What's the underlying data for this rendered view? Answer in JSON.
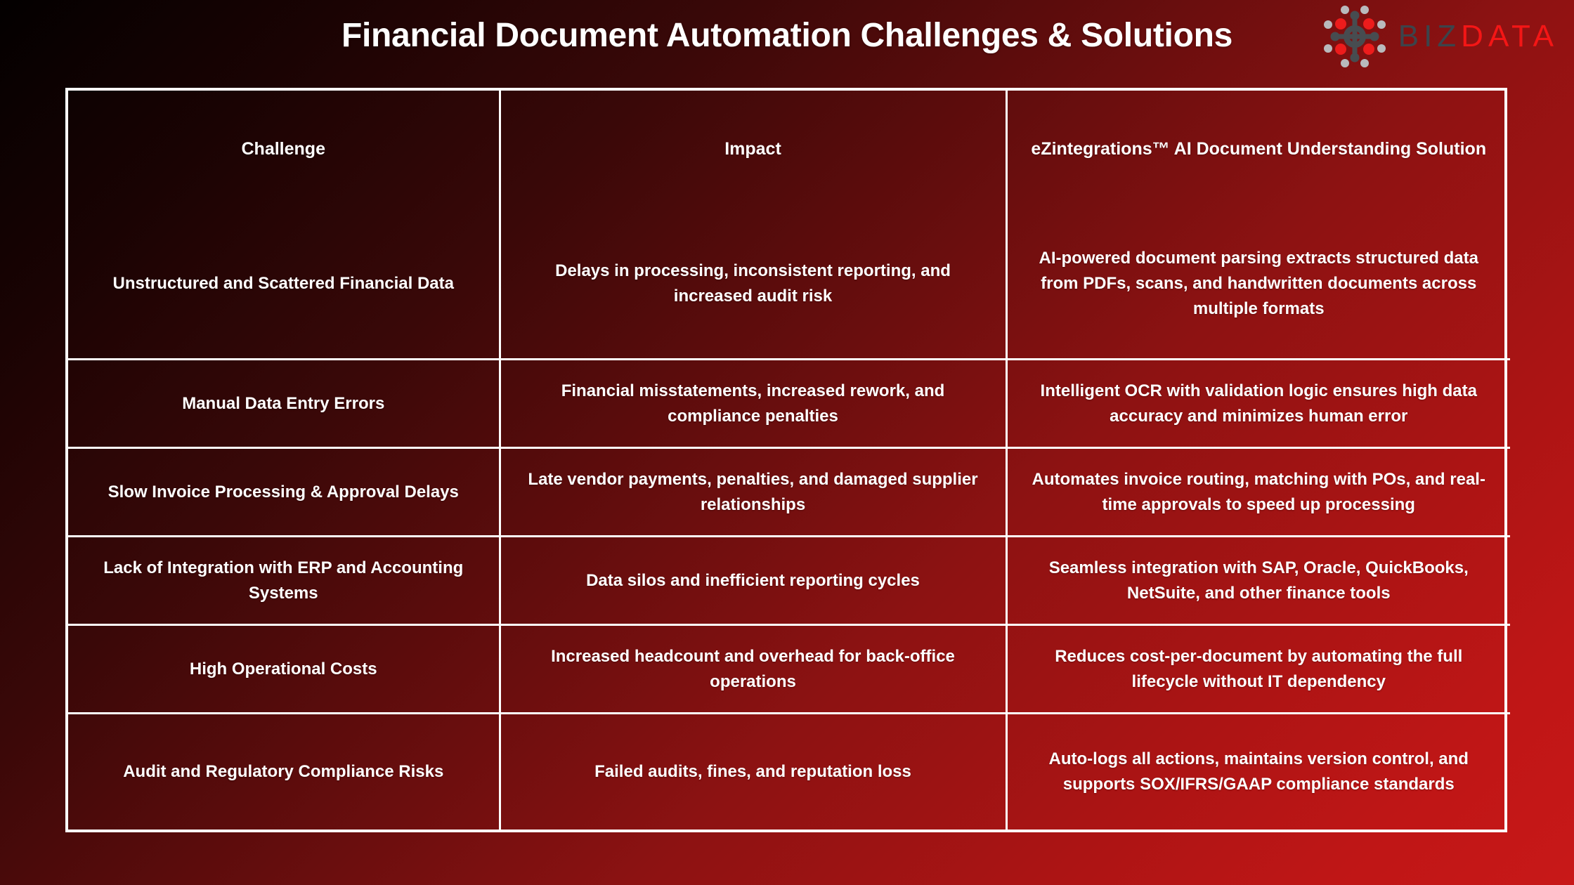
{
  "title": "Financial Document Automation Challenges & Solutions",
  "logo": {
    "icon": "bizdata-network-icon",
    "text_primary": "BIZ",
    "text_secondary": "DATA",
    "colors": {
      "biz": "#3c444b",
      "data": "#f41616",
      "node_red": "#ed1c1c",
      "node_gray": "#b9babd",
      "node_dark": "#474c50"
    }
  },
  "theme": {
    "background_start": "#030000",
    "background_end": "#c81818",
    "border": "#ffffff",
    "text": "#ffffff"
  },
  "table": {
    "headers": [
      "Challenge",
      "Impact",
      "eZintegrations™ AI Document Understanding Solution"
    ],
    "rows": [
      {
        "challenge": "Unstructured and Scattered Financial Data",
        "impact": "Delays in processing, inconsistent reporting, and increased audit risk",
        "solution": "AI-powered document parsing extracts structured data from PDFs, scans, and handwritten documents across multiple formats"
      },
      {
        "challenge": "Manual Data Entry Errors",
        "impact": "Financial misstatements, increased rework, and compliance penalties",
        "solution": "Intelligent OCR with validation logic ensures high data accuracy and minimizes human error"
      },
      {
        "challenge": "Slow Invoice Processing & Approval Delays",
        "impact": "Late vendor payments, penalties, and damaged supplier relationships",
        "solution": "Automates invoice routing, matching with POs, and real-time approvals to speed up processing"
      },
      {
        "challenge": "Lack of Integration with ERP and Accounting Systems",
        "impact": "Data silos and inefficient reporting cycles",
        "solution": "Seamless integration with SAP, Oracle, QuickBooks, NetSuite, and other finance tools"
      },
      {
        "challenge": "High Operational Costs",
        "impact": "Increased headcount and overhead for back-office operations",
        "solution": "Reduces cost-per-document by automating the full lifecycle without IT dependency"
      },
      {
        "challenge": "Audit and Regulatory Compliance Risks",
        "impact": "Failed audits, fines, and reputation loss",
        "solution": "Auto-logs all actions, maintains version control, and supports SOX/IFRS/GAAP compliance standards"
      }
    ]
  }
}
